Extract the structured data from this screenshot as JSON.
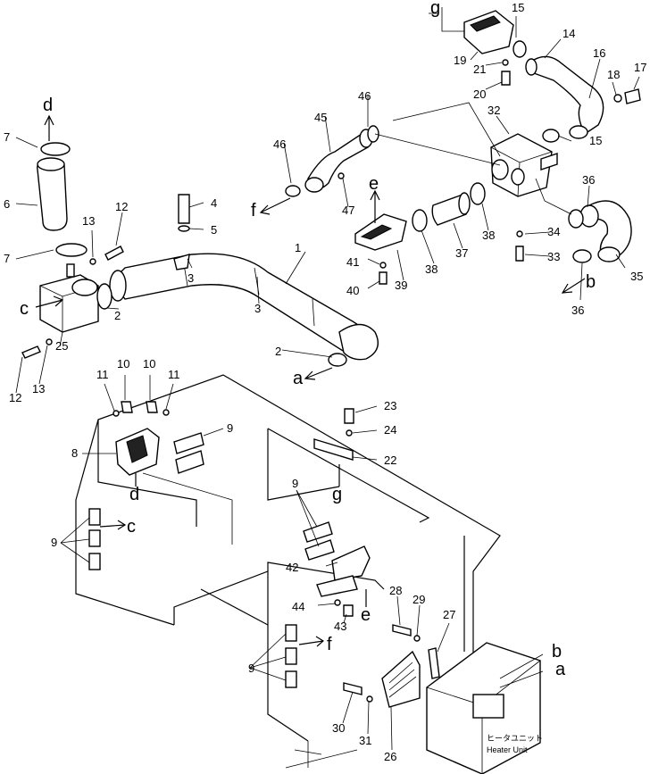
{
  "callouts": [
    "1",
    "2",
    "3",
    "4",
    "5",
    "6",
    "7",
    "8",
    "9",
    "10",
    "11",
    "12",
    "13",
    "14",
    "15",
    "16",
    "17",
    "18",
    "19",
    "20",
    "21",
    "22",
    "23",
    "24",
    "25",
    "26",
    "27",
    "28",
    "29",
    "30",
    "31",
    "32",
    "33",
    "34",
    "35",
    "36",
    "37",
    "38",
    "39",
    "40",
    "41",
    "42",
    "43",
    "44",
    "45",
    "46",
    "47"
  ],
  "refs": [
    "a",
    "b",
    "c",
    "d",
    "e",
    "f",
    "g"
  ],
  "heater_caption_jp": "ヒータユニット",
  "heater_caption_en": "Heater  Unit"
}
